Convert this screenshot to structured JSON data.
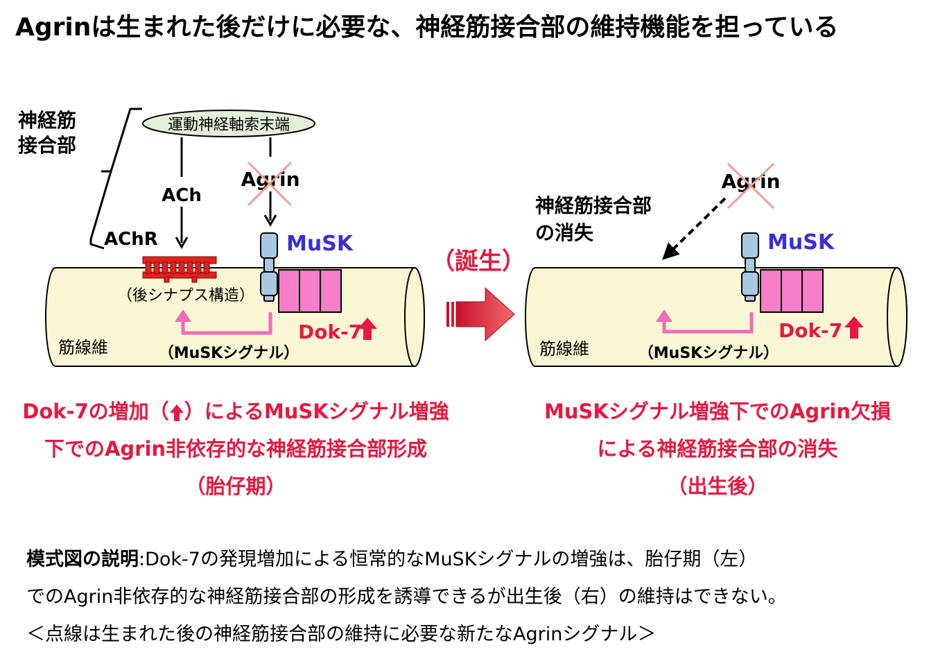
{
  "title": "Agrinは生まれた後だけに必要な、神経筋接合部の維持機能を担っている",
  "left_panel": {
    "nmj_label_line1": "神経筋",
    "nmj_label_line2": "接合部",
    "axon_terminal": "運動神経軸索末端",
    "ach": "ACh",
    "agrin": "Agrin",
    "achr": "AChR",
    "musk": "MuSK",
    "postsynaptic": "（後シナプス構造）",
    "dok7": "Dok-7",
    "musk_signal": "（MuSKシグナル）",
    "muscle_fiber": "筋線維"
  },
  "birth_label": "（誕生）",
  "right_panel": {
    "nmj_loss_line1": "神経筋接合部",
    "nmj_loss_line2": "の消失",
    "agrin": "Agrin",
    "musk": "MuSK",
    "dok7": "Dok-7",
    "musk_signal": "（MuSKシグナル）",
    "muscle_fiber": "筋線維"
  },
  "left_caption": {
    "line1_a": "Dok-7の増加（",
    "line1_b": "）によるMuSKシグナル増強",
    "line2": "下でのAgrin非依存的な神経筋接合部形成",
    "line3": "（胎仔期）"
  },
  "right_caption": {
    "line1": "MuSKシグナル増強下でのAgrin欠損",
    "line2": "による神経筋接合部の消失",
    "line3": "（出生後）"
  },
  "explanation": {
    "heading": "模式図の説明",
    "line1_rest": ":Dok-7の発現増加による恒常的なMuSKシグナルの増強は、胎仔期（左）",
    "line2": "でのAgrin非依存的な神経筋接合部の形成を誘導できるが出生後（右）の維持はできない。",
    "line3": "＜点線は生まれた後の神経筋接合部の維持に必要な新たなAgrinシグナル＞"
  },
  "colors": {
    "accent_red": "#e8183f",
    "musk_blue": "#3a2fd6",
    "muscle_fill": "#fbf7d4",
    "dok7_pink": "#f57fc8",
    "receptor_blue": "#a9c9e3",
    "achr_red": "#e0231c",
    "cross_red": "#f0a08f"
  }
}
